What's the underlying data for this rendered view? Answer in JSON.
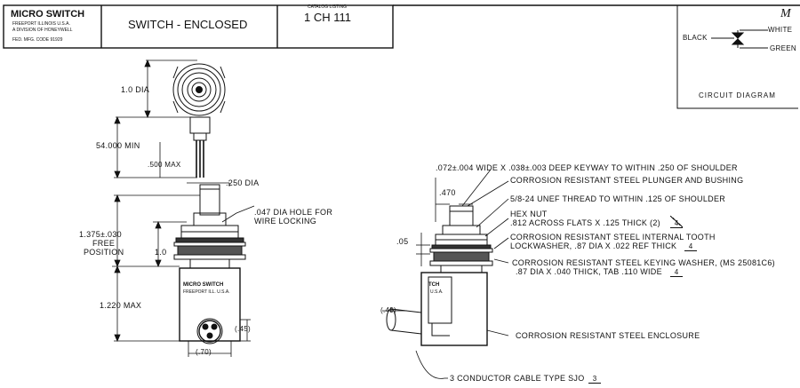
{
  "title_block": {
    "brand": "MICRO SWITCH",
    "brand_line2": "FREEPORT ILLINOIS U.S.A.",
    "brand_line3": "A DIVISION OF HONEYWELL",
    "brand_line4": "FED. MFG. CODE 91929",
    "description": "SWITCH - ENCLOSED",
    "catalog_label": "CATALOG LISTING",
    "catalog_number": "1 CH 111",
    "corner_mark": "M"
  },
  "circuit": {
    "title": "CIRCUIT DIAGRAM",
    "wire_black": "BLACK",
    "wire_white": "WHITE",
    "wire_green": "GREEN"
  },
  "left_view": {
    "dim_dia_top": "1.0 DIA",
    "dim_min": "54.000 MIN",
    "dim_500": ".500 MAX",
    "dim_250": ".250 DIA",
    "note_hole_1": ".047 DIA HOLE FOR",
    "note_hole_2": "WIRE LOCKING",
    "dim_free_1": "1.375±.030",
    "dim_free_2": "FREE",
    "dim_free_3": "POSITION",
    "dim_10": "1.0",
    "dim_1220": "1.220 MAX",
    "dim_45": "(.45)",
    "dim_70": "(.70)",
    "housing_label_1": "MICRO SWITCH",
    "housing_label_2": "FREEPORT ILL. U.S.A."
  },
  "right_view": {
    "callout_keyway": ".072±.004 WIDE X .038±.003 DEEP KEYWAY TO WITHIN .250 OF SHOULDER",
    "callout_plunger": "CORROSION RESISTANT STEEL PLUNGER AND BUSHING",
    "dim_470": ".470",
    "callout_thread": "5/8-24 UNEF THREAD TO WITHIN .125 OF SHOULDER",
    "callout_hexnut_1": "HEX NUT",
    "callout_hexnut_2": ".812 ACROSS FLATS X .125 THICK (2)",
    "callout_hexnut_ref": "4",
    "callout_tooth_1": "CORROSION RESISTANT STEEL INTERNAL TOOTH",
    "callout_tooth_2": "LOCKWASHER, .87 DIA X .022 REF THICK",
    "callout_tooth_ref": "4",
    "dim_05": ".05",
    "callout_keying_1": "CORROSION RESISTANT STEEL KEYING WASHER, (MS 25081C6)",
    "callout_keying_2": ".87 DIA X .040 THICK, TAB .110 WIDE",
    "callout_keying_ref": "4",
    "housing_label_1": "TCH",
    "housing_label_2": "U.S.A.",
    "dim_40": "(.40)",
    "callout_enclosure": "CORROSION RESISTANT STEEL ENCLOSURE",
    "callout_cable": "3 CONDUCTOR CABLE TYPE SJO",
    "callout_cable_ref": "3"
  }
}
